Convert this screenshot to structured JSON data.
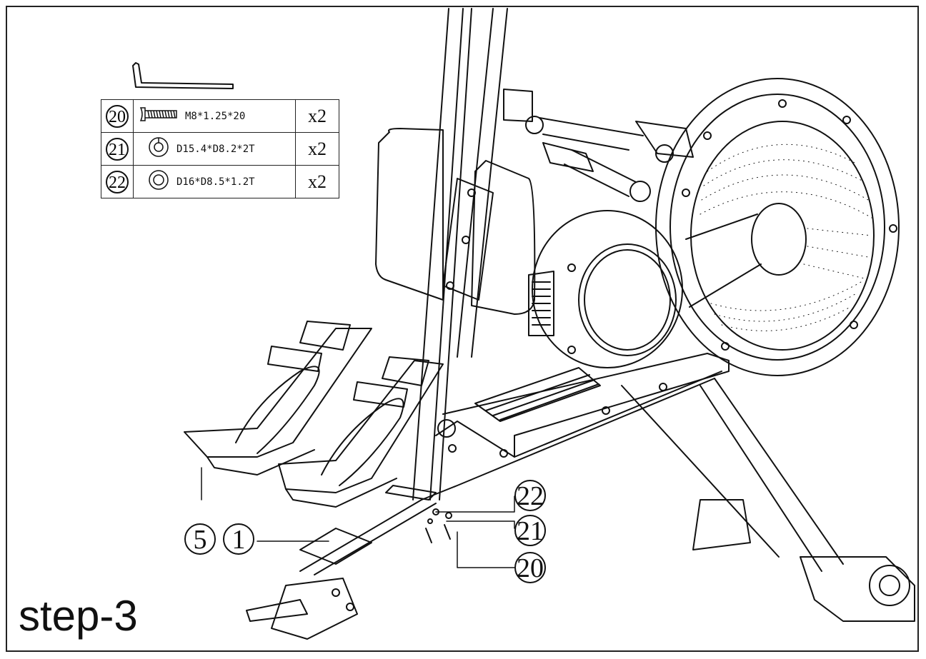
{
  "step_label": "step-3",
  "parts": [
    {
      "number": "20",
      "spec": "M8*1.25*20",
      "qty": "x2",
      "icon": "bolt-icon"
    },
    {
      "number": "21",
      "spec": "D15.4*D8.2*2T",
      "qty": "x2",
      "icon": "spring-washer-icon"
    },
    {
      "number": "22",
      "spec": "D16*D8.5*1.2T",
      "qty": "x2",
      "icon": "flat-washer-icon"
    }
  ],
  "callouts": {
    "c5": "5",
    "c1": "1",
    "c22": "22",
    "c21": "21",
    "c20": "20"
  },
  "tool_icon": "allen-key-icon"
}
